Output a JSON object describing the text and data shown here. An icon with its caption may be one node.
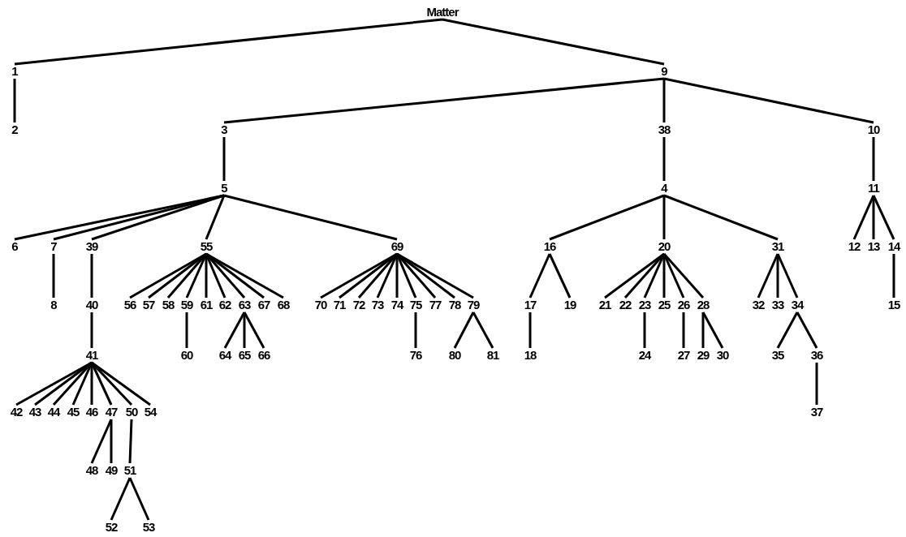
{
  "diagram": {
    "nodes": [
      {
        "text": [
          "Matter"
        ]
      },
      {
        "text": [
          "1"
        ]
      },
      {
        "text": [
          "9"
        ]
      },
      {
        "text": [
          "2"
        ]
      },
      {
        "text": [
          "3"
        ]
      },
      {
        "text": [
          "38"
        ]
      },
      {
        "text": [
          "10"
        ]
      },
      {
        "text": [
          "5"
        ]
      },
      {
        "text": [
          "4"
        ]
      },
      {
        "text": [
          "11"
        ]
      },
      {
        "text": [
          "6"
        ]
      },
      {
        "text": [
          "7"
        ]
      },
      {
        "text": [
          "39"
        ]
      },
      {
        "text": [
          "55"
        ]
      },
      {
        "text": [
          "69"
        ]
      },
      {
        "text": [
          "16"
        ]
      },
      {
        "text": [
          "20"
        ]
      },
      {
        "text": [
          "31"
        ]
      },
      {
        "text": [
          "12"
        ]
      },
      {
        "text": [
          "13"
        ]
      },
      {
        "text": [
          "14"
        ]
      },
      {
        "text": [
          "8"
        ]
      },
      {
        "text": [
          "40"
        ]
      },
      {
        "text": [
          "56"
        ]
      },
      {
        "text": [
          "57"
        ]
      },
      {
        "text": [
          "58"
        ]
      },
      {
        "text": [
          "59"
        ]
      },
      {
        "text": [
          "61"
        ]
      },
      {
        "text": [
          "62"
        ]
      },
      {
        "text": [
          "63"
        ]
      },
      {
        "text": [
          "67"
        ]
      },
      {
        "text": [
          "68"
        ]
      },
      {
        "text": [
          "70"
        ]
      },
      {
        "text": [
          "71"
        ]
      },
      {
        "text": [
          "72"
        ]
      },
      {
        "text": [
          "73"
        ]
      },
      {
        "text": [
          "74"
        ]
      },
      {
        "text": [
          "75"
        ]
      },
      {
        "text": [
          "77"
        ]
      },
      {
        "text": [
          "78"
        ]
      },
      {
        "text": [
          "79"
        ]
      },
      {
        "text": [
          "17"
        ]
      },
      {
        "text": [
          "19"
        ]
      },
      {
        "text": [
          "21"
        ]
      },
      {
        "text": [
          "22"
        ]
      },
      {
        "text": [
          "23"
        ]
      },
      {
        "text": [
          "25"
        ]
      },
      {
        "text": [
          "26"
        ]
      },
      {
        "text": [
          "28"
        ]
      },
      {
        "text": [
          "32"
        ]
      },
      {
        "text": [
          "33"
        ]
      },
      {
        "text": [
          "34"
        ]
      },
      {
        "text": [
          "15"
        ]
      },
      {
        "text": [
          "41"
        ]
      },
      {
        "text": [
          "60"
        ]
      },
      {
        "text": [
          "64"
        ]
      },
      {
        "text": [
          "65"
        ]
      },
      {
        "text": [
          "66"
        ]
      },
      {
        "text": [
          "76"
        ]
      },
      {
        "text": [
          "80"
        ]
      },
      {
        "text": [
          "81"
        ]
      },
      {
        "text": [
          "18"
        ]
      },
      {
        "text": [
          "24"
        ]
      },
      {
        "text": [
          "27"
        ]
      },
      {
        "text": [
          "29"
        ]
      },
      {
        "text": [
          "30"
        ]
      },
      {
        "text": [
          "35"
        ]
      },
      {
        "text": [
          "36"
        ]
      },
      {
        "text": [
          "42"
        ]
      },
      {
        "text": [
          "43"
        ]
      },
      {
        "text": [
          "44"
        ]
      },
      {
        "text": [
          "45"
        ]
      },
      {
        "text": [
          "46"
        ]
      },
      {
        "text": [
          "47"
        ]
      },
      {
        "text": [
          "50"
        ]
      },
      {
        "text": [
          "54"
        ]
      },
      {
        "text": [
          "37"
        ]
      },
      {
        "text": [
          "48"
        ]
      },
      {
        "text": [
          "49"
        ]
      },
      {
        "text": [
          "51"
        ]
      },
      {
        "text": [
          "52"
        ]
      },
      {
        "text": [
          "53"
        ]
      }
    ],
    "edges": [
      {
        "from": 0,
        "to": 1,
        "arrow": "none"
      },
      {
        "from": 0,
        "to": 2,
        "arrow": "none"
      },
      {
        "from": 1,
        "to": 3,
        "arrow": "none"
      },
      {
        "from": 2,
        "to": 4,
        "arrow": "none"
      },
      {
        "from": 2,
        "to": 5,
        "arrow": "none"
      },
      {
        "from": 2,
        "to": 6,
        "arrow": "none"
      },
      {
        "from": 4,
        "to": 7,
        "arrow": "none"
      },
      {
        "from": 5,
        "to": 8,
        "arrow": "none"
      },
      {
        "from": 6,
        "to": 9,
        "arrow": "none"
      },
      {
        "from": 7,
        "to": 10,
        "arrow": "none"
      },
      {
        "from": 7,
        "to": 11,
        "arrow": "none"
      },
      {
        "from": 7,
        "to": 12,
        "arrow": "none"
      },
      {
        "from": 7,
        "to": 13,
        "arrow": "none"
      },
      {
        "from": 7,
        "to": 14,
        "arrow": "none"
      },
      {
        "from": 8,
        "to": 15,
        "arrow": "none"
      },
      {
        "from": 8,
        "to": 16,
        "arrow": "none"
      },
      {
        "from": 8,
        "to": 17,
        "arrow": "none"
      },
      {
        "from": 9,
        "to": 18,
        "arrow": "none"
      },
      {
        "from": 9,
        "to": 19,
        "arrow": "none"
      },
      {
        "from": 9,
        "to": 20,
        "arrow": "none"
      },
      {
        "from": 11,
        "to": 21,
        "arrow": "none"
      },
      {
        "from": 12,
        "to": 22,
        "arrow": "none"
      },
      {
        "from": 13,
        "to": 23,
        "arrow": "none"
      },
      {
        "from": 13,
        "to": 24,
        "arrow": "none"
      },
      {
        "from": 13,
        "to": 25,
        "arrow": "none"
      },
      {
        "from": 13,
        "to": 26,
        "arrow": "none"
      },
      {
        "from": 13,
        "to": 27,
        "arrow": "none"
      },
      {
        "from": 13,
        "to": 28,
        "arrow": "none"
      },
      {
        "from": 13,
        "to": 29,
        "arrow": "none"
      },
      {
        "from": 13,
        "to": 30,
        "arrow": "none"
      },
      {
        "from": 13,
        "to": 31,
        "arrow": "none"
      },
      {
        "from": 14,
        "to": 32,
        "arrow": "none"
      },
      {
        "from": 14,
        "to": 33,
        "arrow": "none"
      },
      {
        "from": 14,
        "to": 34,
        "arrow": "none"
      },
      {
        "from": 14,
        "to": 35,
        "arrow": "none"
      },
      {
        "from": 14,
        "to": 36,
        "arrow": "none"
      },
      {
        "from": 14,
        "to": 37,
        "arrow": "none"
      },
      {
        "from": 14,
        "to": 38,
        "arrow": "none"
      },
      {
        "from": 14,
        "to": 39,
        "arrow": "none"
      },
      {
        "from": 14,
        "to": 40,
        "arrow": "none"
      },
      {
        "from": 15,
        "to": 41,
        "arrow": "none"
      },
      {
        "from": 15,
        "to": 42,
        "arrow": "none"
      },
      {
        "from": 16,
        "to": 43,
        "arrow": "none"
      },
      {
        "from": 16,
        "to": 44,
        "arrow": "none"
      },
      {
        "from": 16,
        "to": 45,
        "arrow": "none"
      },
      {
        "from": 16,
        "to": 46,
        "arrow": "none"
      },
      {
        "from": 16,
        "to": 47,
        "arrow": "none"
      },
      {
        "from": 16,
        "to": 48,
        "arrow": "none"
      },
      {
        "from": 17,
        "to": 49,
        "arrow": "none"
      },
      {
        "from": 17,
        "to": 50,
        "arrow": "none"
      },
      {
        "from": 17,
        "to": 51,
        "arrow": "none"
      },
      {
        "from": 20,
        "to": 52,
        "arrow": "none"
      },
      {
        "from": 22,
        "to": 53,
        "arrow": "none"
      },
      {
        "from": 26,
        "to": 54,
        "arrow": "none"
      },
      {
        "from": 29,
        "to": 55,
        "arrow": "none"
      },
      {
        "from": 29,
        "to": 56,
        "arrow": "none"
      },
      {
        "from": 29,
        "to": 57,
        "arrow": "none"
      },
      {
        "from": 37,
        "to": 58,
        "arrow": "none"
      },
      {
        "from": 40,
        "to": 59,
        "arrow": "none"
      },
      {
        "from": 40,
        "to": 60,
        "arrow": "none"
      },
      {
        "from": 41,
        "to": 61,
        "arrow": "none"
      },
      {
        "from": 45,
        "to": 62,
        "arrow": "none"
      },
      {
        "from": 47,
        "to": 63,
        "arrow": "none"
      },
      {
        "from": 48,
        "to": 64,
        "arrow": "none"
      },
      {
        "from": 48,
        "to": 65,
        "arrow": "none"
      },
      {
        "from": 51,
        "to": 66,
        "arrow": "none"
      },
      {
        "from": 51,
        "to": 67,
        "arrow": "none"
      },
      {
        "from": 53,
        "to": 68,
        "arrow": "none"
      },
      {
        "from": 53,
        "to": 69,
        "arrow": "none"
      },
      {
        "from": 53,
        "to": 70,
        "arrow": "none"
      },
      {
        "from": 53,
        "to": 71,
        "arrow": "none"
      },
      {
        "from": 53,
        "to": 72,
        "arrow": "none"
      },
      {
        "from": 53,
        "to": 73,
        "arrow": "none"
      },
      {
        "from": 53,
        "to": 74,
        "arrow": "none"
      },
      {
        "from": 53,
        "to": 75,
        "arrow": "none"
      },
      {
        "from": 67,
        "to": 76,
        "arrow": "none"
      },
      {
        "from": 73,
        "to": 77,
        "arrow": "none"
      },
      {
        "from": 73,
        "to": 78,
        "arrow": "none"
      },
      {
        "from": 74,
        "to": 79,
        "arrow": "none"
      },
      {
        "from": 79,
        "to": 80,
        "arrow": "none"
      },
      {
        "from": 79,
        "to": 81,
        "arrow": "none"
      }
    ]
  }
}
